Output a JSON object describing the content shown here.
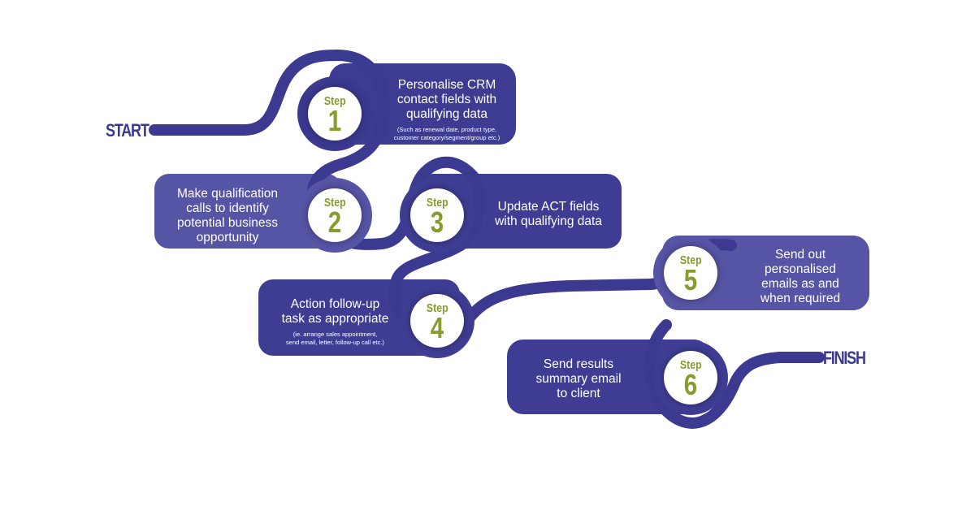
{
  "start_label": "START",
  "finish_label": "FINISH",
  "colors": {
    "dark": "#3b3a90",
    "mid": "#5654a4",
    "light": "#6b69b2",
    "step": "#8a9b2e"
  },
  "steps": [
    {
      "step_label": "Step",
      "number": "1",
      "text": "Personalise CRM\ncontact fields with\nqualifying data",
      "note": "(Such as renewal date, product type,\ncustomer category/segment/group etc.)"
    },
    {
      "step_label": "Step",
      "number": "2",
      "text": "Make qualification\ncalls to identify\npotential business\nopportunity",
      "note": ""
    },
    {
      "step_label": "Step",
      "number": "3",
      "text": "Update ACT fields\nwith qualifying data",
      "note": ""
    },
    {
      "step_label": "Step",
      "number": "4",
      "text": "Action follow-up\ntask as appropriate",
      "note": "(ie. arrange sales appointment,\nsend email, letter, follow-up call etc.)"
    },
    {
      "step_label": "Step",
      "number": "5",
      "text": "Send out\npersonalised\nemails as and\nwhen required",
      "note": ""
    },
    {
      "step_label": "Step",
      "number": "6",
      "text": "Send results\nsummary email\nto client",
      "note": ""
    }
  ]
}
